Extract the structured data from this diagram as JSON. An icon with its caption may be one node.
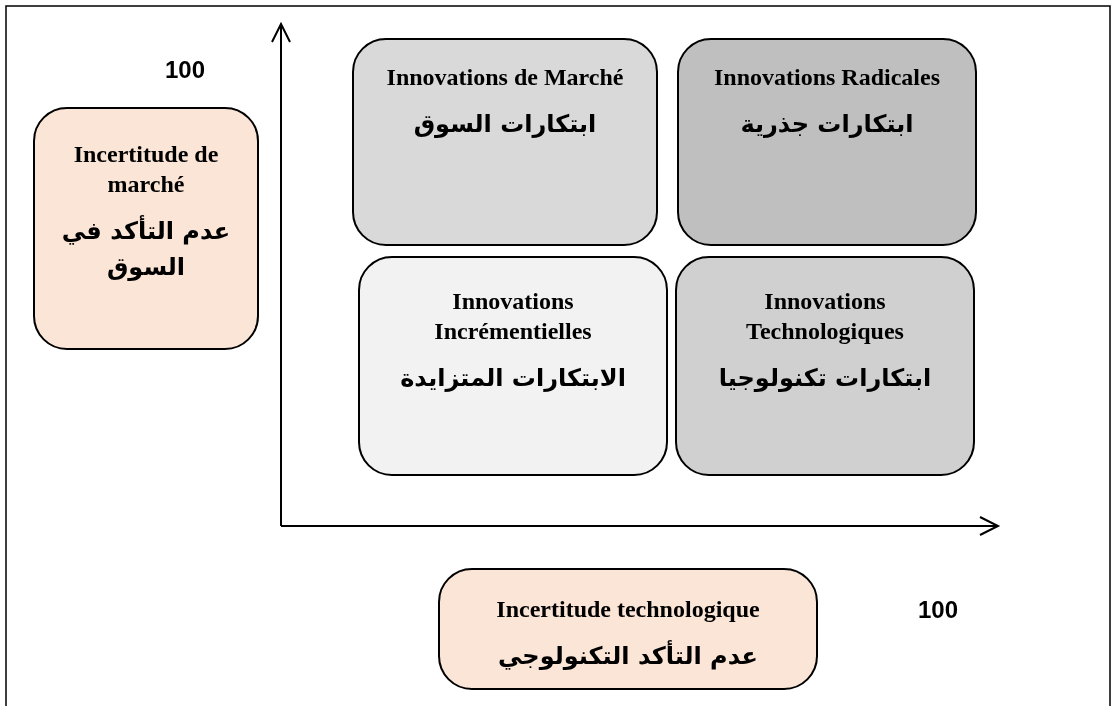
{
  "diagram": {
    "nodes": [
      {
        "text": [
          "Incertitude de marché",
          "عدم التأكد في السوق"
        ]
      },
      {
        "text": [
          "Innovations de Marché",
          "ابتكارات السوق"
        ]
      },
      {
        "text": [
          "Innovations Radicales",
          "ابتكارات جذرية"
        ]
      },
      {
        "text": [
          "Innovations Incrémentielles",
          "الابتكارات المتزايدة"
        ]
      },
      {
        "text": [
          "Innovations Technologiques",
          "ابتكارات تكنولوجيا"
        ]
      },
      {
        "text": [
          "Incertitude technologique",
          "عدم التأكد التكنولوجي"
        ]
      }
    ],
    "edges": [],
    "labels": [
      "100",
      "100"
    ]
  }
}
